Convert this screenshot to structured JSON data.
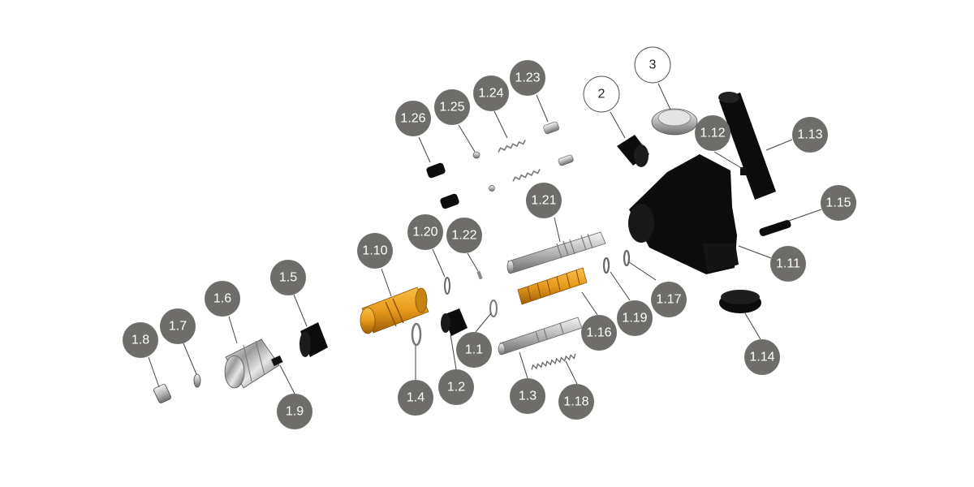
{
  "colors": {
    "badge_fill": "#6e6d69",
    "badge_text": "#ffffff",
    "outline_badge_stroke": "#555555",
    "part_black": "#0c0c0c",
    "part_brass": "#e79a1c",
    "part_silver": "#c8c8c8"
  },
  "callouts": [
    {
      "id": "c-1-1",
      "label": "1.1",
      "style": "filled"
    },
    {
      "id": "c-1-2",
      "label": "1.2",
      "style": "filled"
    },
    {
      "id": "c-1-3",
      "label": "1.3",
      "style": "filled"
    },
    {
      "id": "c-1-4",
      "label": "1.4",
      "style": "filled"
    },
    {
      "id": "c-1-5",
      "label": "1.5",
      "style": "filled"
    },
    {
      "id": "c-1-6",
      "label": "1.6",
      "style": "filled"
    },
    {
      "id": "c-1-7",
      "label": "1.7",
      "style": "filled"
    },
    {
      "id": "c-1-8",
      "label": "1.8",
      "style": "filled"
    },
    {
      "id": "c-1-9",
      "label": "1.9",
      "style": "filled"
    },
    {
      "id": "c-1-10",
      "label": "1.10",
      "style": "filled"
    },
    {
      "id": "c-1-11",
      "label": "1.11",
      "style": "filled"
    },
    {
      "id": "c-1-12",
      "label": "1.12",
      "style": "filled"
    },
    {
      "id": "c-1-13",
      "label": "1.13",
      "style": "filled"
    },
    {
      "id": "c-1-14",
      "label": "1.14",
      "style": "filled"
    },
    {
      "id": "c-1-15",
      "label": "1.15",
      "style": "filled"
    },
    {
      "id": "c-1-16",
      "label": "1.16",
      "style": "filled"
    },
    {
      "id": "c-1-17",
      "label": "1.17",
      "style": "filled"
    },
    {
      "id": "c-1-18",
      "label": "1.18",
      "style": "filled"
    },
    {
      "id": "c-1-19",
      "label": "1.19",
      "style": "filled"
    },
    {
      "id": "c-1-20",
      "label": "1.20",
      "style": "filled"
    },
    {
      "id": "c-1-21",
      "label": "1.21",
      "style": "filled"
    },
    {
      "id": "c-1-22",
      "label": "1.22",
      "style": "filled"
    },
    {
      "id": "c-1-23",
      "label": "1.23",
      "style": "filled"
    },
    {
      "id": "c-1-24",
      "label": "1.24",
      "style": "filled"
    },
    {
      "id": "c-1-25",
      "label": "1.25",
      "style": "filled"
    },
    {
      "id": "c-1-26",
      "label": "1.26",
      "style": "filled"
    },
    {
      "id": "c-2",
      "label": "2",
      "style": "outline"
    },
    {
      "id": "c-3",
      "label": "3",
      "style": "outline"
    }
  ]
}
